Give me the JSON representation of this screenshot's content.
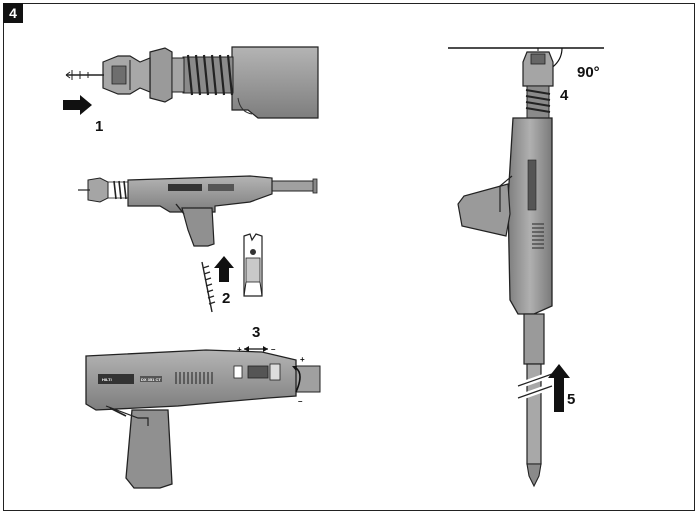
{
  "figure": {
    "step_number": "4",
    "callouts": {
      "c1": "1",
      "c2": "2",
      "c3": "3",
      "c4": "4",
      "c5": "5",
      "angle": "90°",
      "plus_left": "+",
      "minus_left": "–",
      "plus_right": "+",
      "minus_right": "–"
    },
    "brand": {
      "logo_text": "HILTI",
      "model_text": "DX 351 CT"
    },
    "colors": {
      "tool_body": "#8f8f8f",
      "tool_dark": "#555555",
      "outline": "#222222"
    }
  }
}
